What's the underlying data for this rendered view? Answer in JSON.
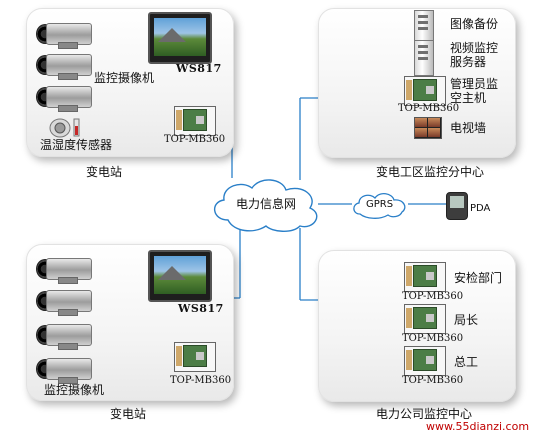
{
  "substation_top": {
    "model": "WS817",
    "camera_label": "监控摄像机",
    "sensor_label": "温湿度传感器",
    "device_label": "TOP-MB360",
    "caption": "变电站"
  },
  "substation_bottom": {
    "model": "WS817",
    "camera_label": "监控摄像机",
    "device_label": "TOP-MB360",
    "caption": "变电站"
  },
  "work_area_center": {
    "items": [
      "图像备份",
      "视频监控",
      "服务器",
      "管理员监",
      "空主机",
      "电视墙"
    ],
    "device_label": "TOP-MB360",
    "caption": "变电工区监控分中心"
  },
  "company_center": {
    "items": [
      "安检部门",
      "局长",
      "总工"
    ],
    "device_labels": [
      "TOP-MB360",
      "TOP-MB360",
      "TOP-MB360"
    ],
    "caption": "电力公司监控中心"
  },
  "network": {
    "cloud_label": "电力信息网",
    "gprs_label": "GPRS",
    "pda_label": "PDA"
  },
  "watermark": "www.55dianzi.com",
  "colors": {
    "link": "#2a7fc8",
    "panel_shadow": "#9a9a9a",
    "watermark": "#c00000"
  }
}
